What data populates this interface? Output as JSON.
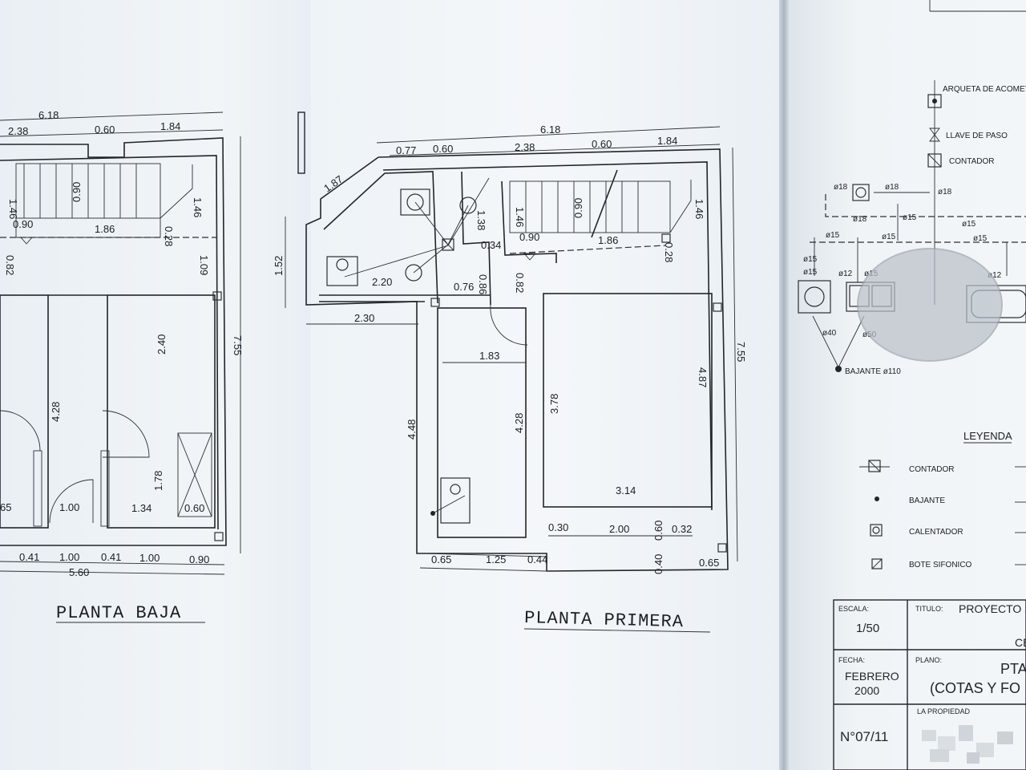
{
  "left_plan": {
    "title": "PLANTA BAJA",
    "dims": {
      "total_top": "6.18",
      "top_a": "2.38",
      "top_b": "0.60",
      "top_c": "1.84",
      "stair_090": "0.90",
      "stair_146_left": "1.46",
      "stair_146_right": "1.46",
      "width_090": "0.90",
      "landing_186": "1.86",
      "step_028": "0.28",
      "left_082": "0.82",
      "right_109": "1.09",
      "height_755": "7.55",
      "room_240": "2.40",
      "room_428": "4.28",
      "room_178": "1.78",
      "partial_65": "65",
      "door_100": "1.00",
      "room_134": "1.34",
      "room_060": "0.60",
      "bottom_041a": "0.41",
      "bottom_100a": "1.00",
      "bottom_041b": "0.41",
      "bottom_100b": "1.00",
      "bottom_090": "0.90",
      "total_bottom": "5.60"
    }
  },
  "right_plan": {
    "title": "PLANTA PRIMERA",
    "dims": {
      "total_top": "6.18",
      "top_077": "0.77",
      "top_060a": "0.60",
      "top_238": "2.38",
      "top_060b": "0.60",
      "top_184": "1.84",
      "diag_187": "1.87",
      "left_152": "1.52",
      "wc_220": "2.20",
      "corr_230": "2.30",
      "v_138": "1.38",
      "v_034": "0.34",
      "v_086": "0.86",
      "h_076": "0.76",
      "stair_146a": "1.46",
      "stair_090": "0.90",
      "stair_146b": "1.46",
      "w_090": "0.90",
      "landing_186": "1.86",
      "step_028": "0.28",
      "v_082": "0.82",
      "kitchen_183": "1.83",
      "h_448": "4.48",
      "h_428": "4.28",
      "h_378": "3.78",
      "h_487": "4.87",
      "h_755": "7.55",
      "w_314": "3.14",
      "b_030": "0.30",
      "b_200": "2.00",
      "b_060": "0.60",
      "b_032": "0.32",
      "b_040": "0.40",
      "b_065a": "0.65",
      "b_125": "1.25",
      "b_044": "0.44",
      "b_065b": "0.65"
    }
  },
  "schematic": {
    "arqueta": "ARQUETA DE ACOMETID",
    "llave": "LLAVE DE PASO",
    "contador": "CONTADOR",
    "pipe_labels": [
      "ø18",
      "ø18",
      "ø18",
      "ø15",
      "ø18",
      "ø15",
      "ø15",
      "ø15",
      "ø15",
      "ø15",
      "ø12",
      "ø15",
      "ø12",
      "ø15",
      "ø40",
      "ø50"
    ],
    "bajante": "BAJANTE ø110"
  },
  "legend": {
    "title": "LEYENDA",
    "items": [
      {
        "label": "CONTADOR",
        "icon": "meter-icon"
      },
      {
        "label": "BAJANTE",
        "icon": "downpipe-icon"
      },
      {
        "label": "CALENTADOR",
        "icon": "heater-icon"
      },
      {
        "label": "BOTE SIFONICO",
        "icon": "trap-icon"
      }
    ]
  },
  "title_block": {
    "escala_label": "ESCALA:",
    "escala": "1/50",
    "titulo_label": "TITULO:",
    "titulo": "PROYECTO E",
    "titulo_line2": "CE",
    "plano_label": "PLANO:",
    "plano": "PTA",
    "plano_line2": "(COTAS Y FO",
    "fecha_label": "FECHA:",
    "fecha_month": "FEBRERO",
    "fecha_year": "2000",
    "propiedad_label": "LA PROPIEDAD",
    "numero": "N°07/11"
  }
}
